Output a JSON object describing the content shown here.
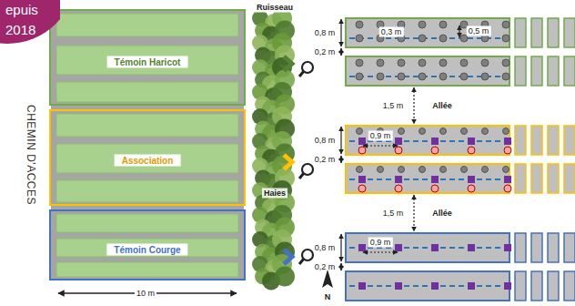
{
  "diagram": {
    "nodes": [
      {
        "text": [
          "epuis 2018"
        ]
      },
      {
        "text": [
          "Témoin Haricot"
        ]
      },
      {
        "text": [
          "Association"
        ]
      },
      {
        "text": [
          "Témoin Courge"
        ]
      }
    ],
    "labels": [
      "Ruisseau",
      "0,8 m",
      "0,3 m",
      "0,5 m",
      "0,2 m",
      "CHEMIN D'ACCES",
      "1,5 m",
      "Allée",
      "0,9 m",
      "0,8 m",
      "0,2 m",
      "Haies",
      "1,5 m",
      "Allée",
      "0,9 m",
      "0,8 m",
      "0,2 m",
      "N",
      "10 m"
    ]
  }
}
